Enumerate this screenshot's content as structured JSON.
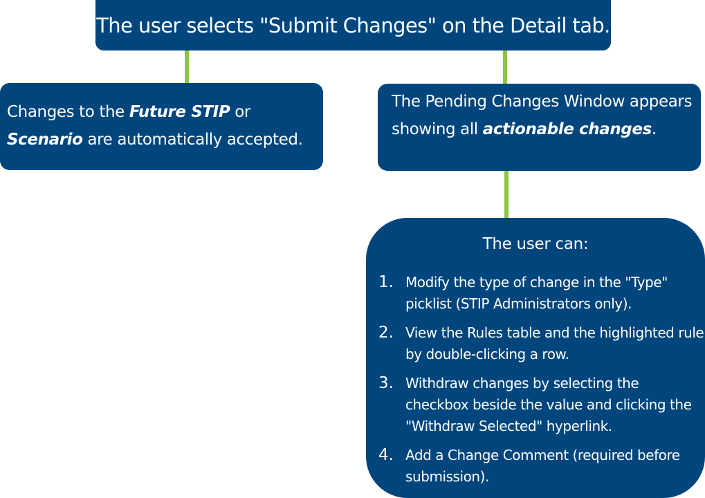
{
  "top_box": {
    "text": "The user selects \"Submit Changes\" on the Detail tab."
  },
  "left_box": {
    "line1_prefix": "Changes to the ",
    "line1_emphasis": "Future STIP",
    "line1_suffix": " or",
    "line2_emphasis": "Scenario",
    "line2_suffix": " are automatically accepted."
  },
  "right_box": {
    "text_prefix": "The Pending Changes Window appears showing all ",
    "emphasis": "actionable changes",
    "text_suffix": "."
  },
  "list_box": {
    "heading": "The user can:",
    "items": [
      {
        "number": "1.",
        "text": "Modify the type of change in the \"Type\" picklist (STIP Administrators only)."
      },
      {
        "number": "2.",
        "text": "View the Rules table and the highlighted rule by double-clicking a row."
      },
      {
        "number": "3.",
        "text": "Withdraw changes by selecting the checkbox beside the value and clicking the \"Withdraw Selected\" hyperlink."
      },
      {
        "number": "4.",
        "text": "Add a Change Comment (required before submission)."
      }
    ]
  },
  "colors": {
    "box_fill": "#00457c",
    "connector": "#8cc63f",
    "text": "#ffffff"
  }
}
